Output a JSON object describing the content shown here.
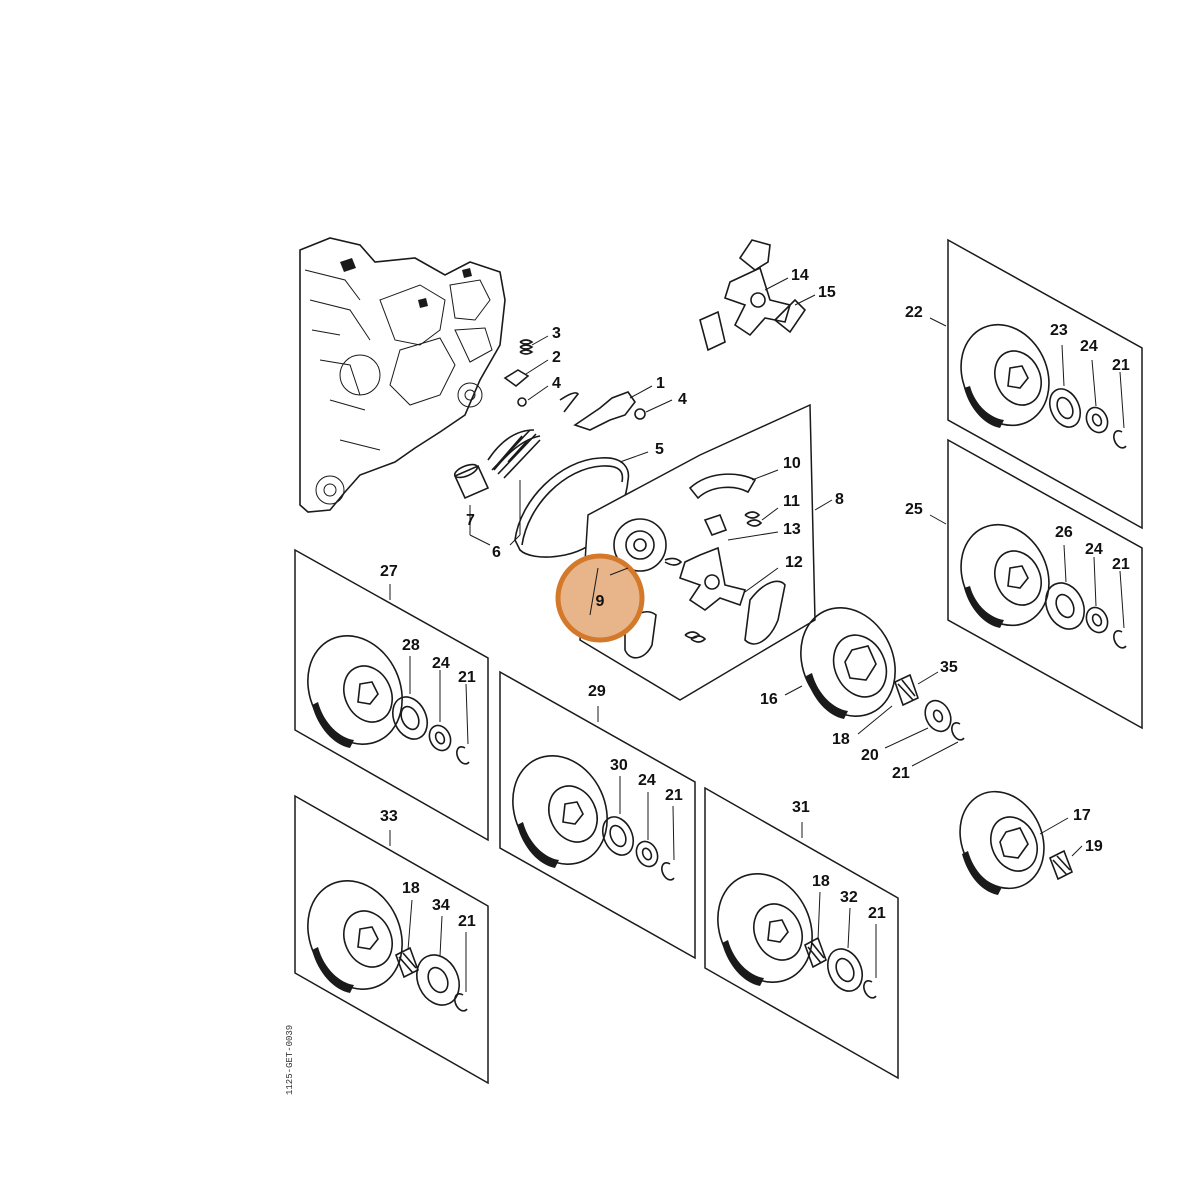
{
  "diagram": {
    "side_code": "1125-GET-0039",
    "highlight": {
      "label": "9",
      "color": "#d4782a",
      "fill": "#e8b48a"
    },
    "labels": [
      {
        "id": "l1",
        "text": "1"
      },
      {
        "id": "l2",
        "text": "2"
      },
      {
        "id": "l3",
        "text": "3"
      },
      {
        "id": "l4a",
        "text": "4"
      },
      {
        "id": "l4b",
        "text": "4"
      },
      {
        "id": "l5",
        "text": "5"
      },
      {
        "id": "l6",
        "text": "6"
      },
      {
        "id": "l7",
        "text": "7"
      },
      {
        "id": "l8",
        "text": "8"
      },
      {
        "id": "l10",
        "text": "10"
      },
      {
        "id": "l11",
        "text": "11"
      },
      {
        "id": "l12",
        "text": "12"
      },
      {
        "id": "l13",
        "text": "13"
      },
      {
        "id": "l14",
        "text": "14"
      },
      {
        "id": "l15",
        "text": "15"
      },
      {
        "id": "l16",
        "text": "16"
      },
      {
        "id": "l17",
        "text": "17"
      },
      {
        "id": "l18a",
        "text": "18"
      },
      {
        "id": "l18b",
        "text": "18"
      },
      {
        "id": "l18c",
        "text": "18"
      },
      {
        "id": "l19",
        "text": "19"
      },
      {
        "id": "l20",
        "text": "20"
      },
      {
        "id": "l21a",
        "text": "21"
      },
      {
        "id": "l21b",
        "text": "21"
      },
      {
        "id": "l21c",
        "text": "21"
      },
      {
        "id": "l21d",
        "text": "21"
      },
      {
        "id": "l21e",
        "text": "21"
      },
      {
        "id": "l21f",
        "text": "21"
      },
      {
        "id": "l21g",
        "text": "21"
      },
      {
        "id": "l22",
        "text": "22"
      },
      {
        "id": "l23",
        "text": "23"
      },
      {
        "id": "l24a",
        "text": "24"
      },
      {
        "id": "l24b",
        "text": "24"
      },
      {
        "id": "l24c",
        "text": "24"
      },
      {
        "id": "l24d",
        "text": "24"
      },
      {
        "id": "l25",
        "text": "25"
      },
      {
        "id": "l26",
        "text": "26"
      },
      {
        "id": "l27",
        "text": "27"
      },
      {
        "id": "l28",
        "text": "28"
      },
      {
        "id": "l29",
        "text": "29"
      },
      {
        "id": "l30",
        "text": "30"
      },
      {
        "id": "l31",
        "text": "31"
      },
      {
        "id": "l32",
        "text": "32"
      },
      {
        "id": "l33",
        "text": "33"
      },
      {
        "id": "l34",
        "text": "34"
      },
      {
        "id": "l35",
        "text": "35"
      }
    ]
  }
}
